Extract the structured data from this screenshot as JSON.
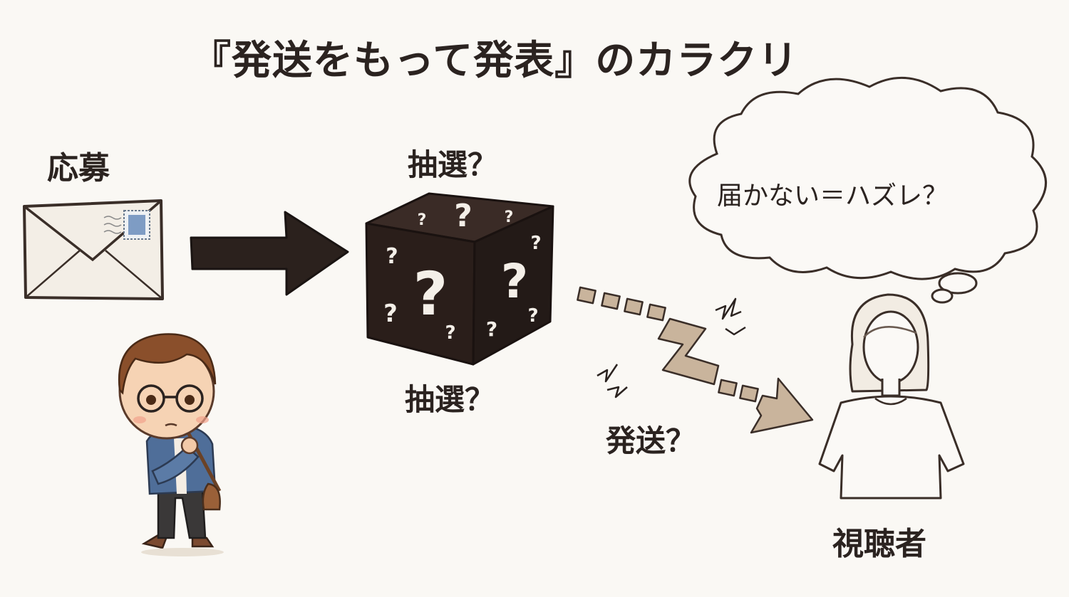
{
  "title": "『発送をもって発表』のカラクリ",
  "steps": {
    "apply": "応募",
    "draw_top": "抽選？",
    "draw_bottom": "抽選？",
    "ship": "発送？",
    "viewer": "視聴者"
  },
  "thought": "届かない＝ハズレ？",
  "icons": {
    "envelope": "envelope-icon",
    "mystery_box": "question-box-icon",
    "person": "thinking-person-icon",
    "viewer": "faceless-viewer-icon"
  },
  "colors": {
    "ink": "#2b2320",
    "box": "#2a1e1a",
    "dashed_arrow": "#c9b49c",
    "background": "#faf8f4"
  }
}
